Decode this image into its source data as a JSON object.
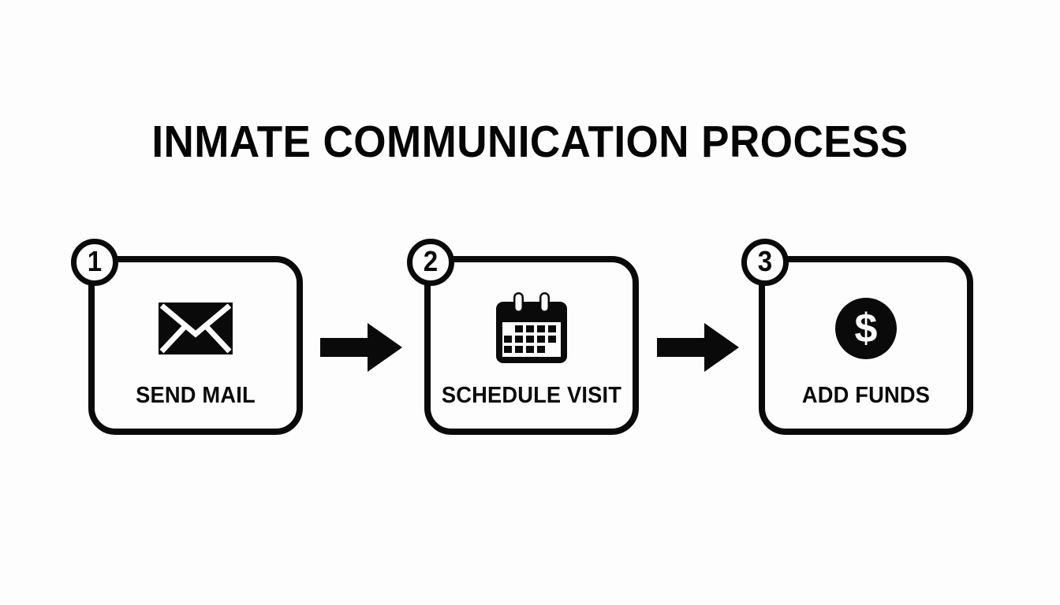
{
  "page": {
    "title": "INMATE COMMUNICATION PROCESS",
    "background_color": "#fdfdfd",
    "ink_color": "#0a0a0a"
  },
  "flow": {
    "steps": [
      {
        "number": "1",
        "label": "SEND MAIL",
        "icon": "envelope-icon"
      },
      {
        "number": "2",
        "label": "SCHEDULE VISIT",
        "icon": "calendar-icon"
      },
      {
        "number": "3",
        "label": "ADD FUNDS",
        "icon": "dollar-coin-icon"
      }
    ],
    "connectors": [
      {
        "icon": "arrow-right-icon"
      },
      {
        "icon": "arrow-right-icon"
      }
    ]
  }
}
